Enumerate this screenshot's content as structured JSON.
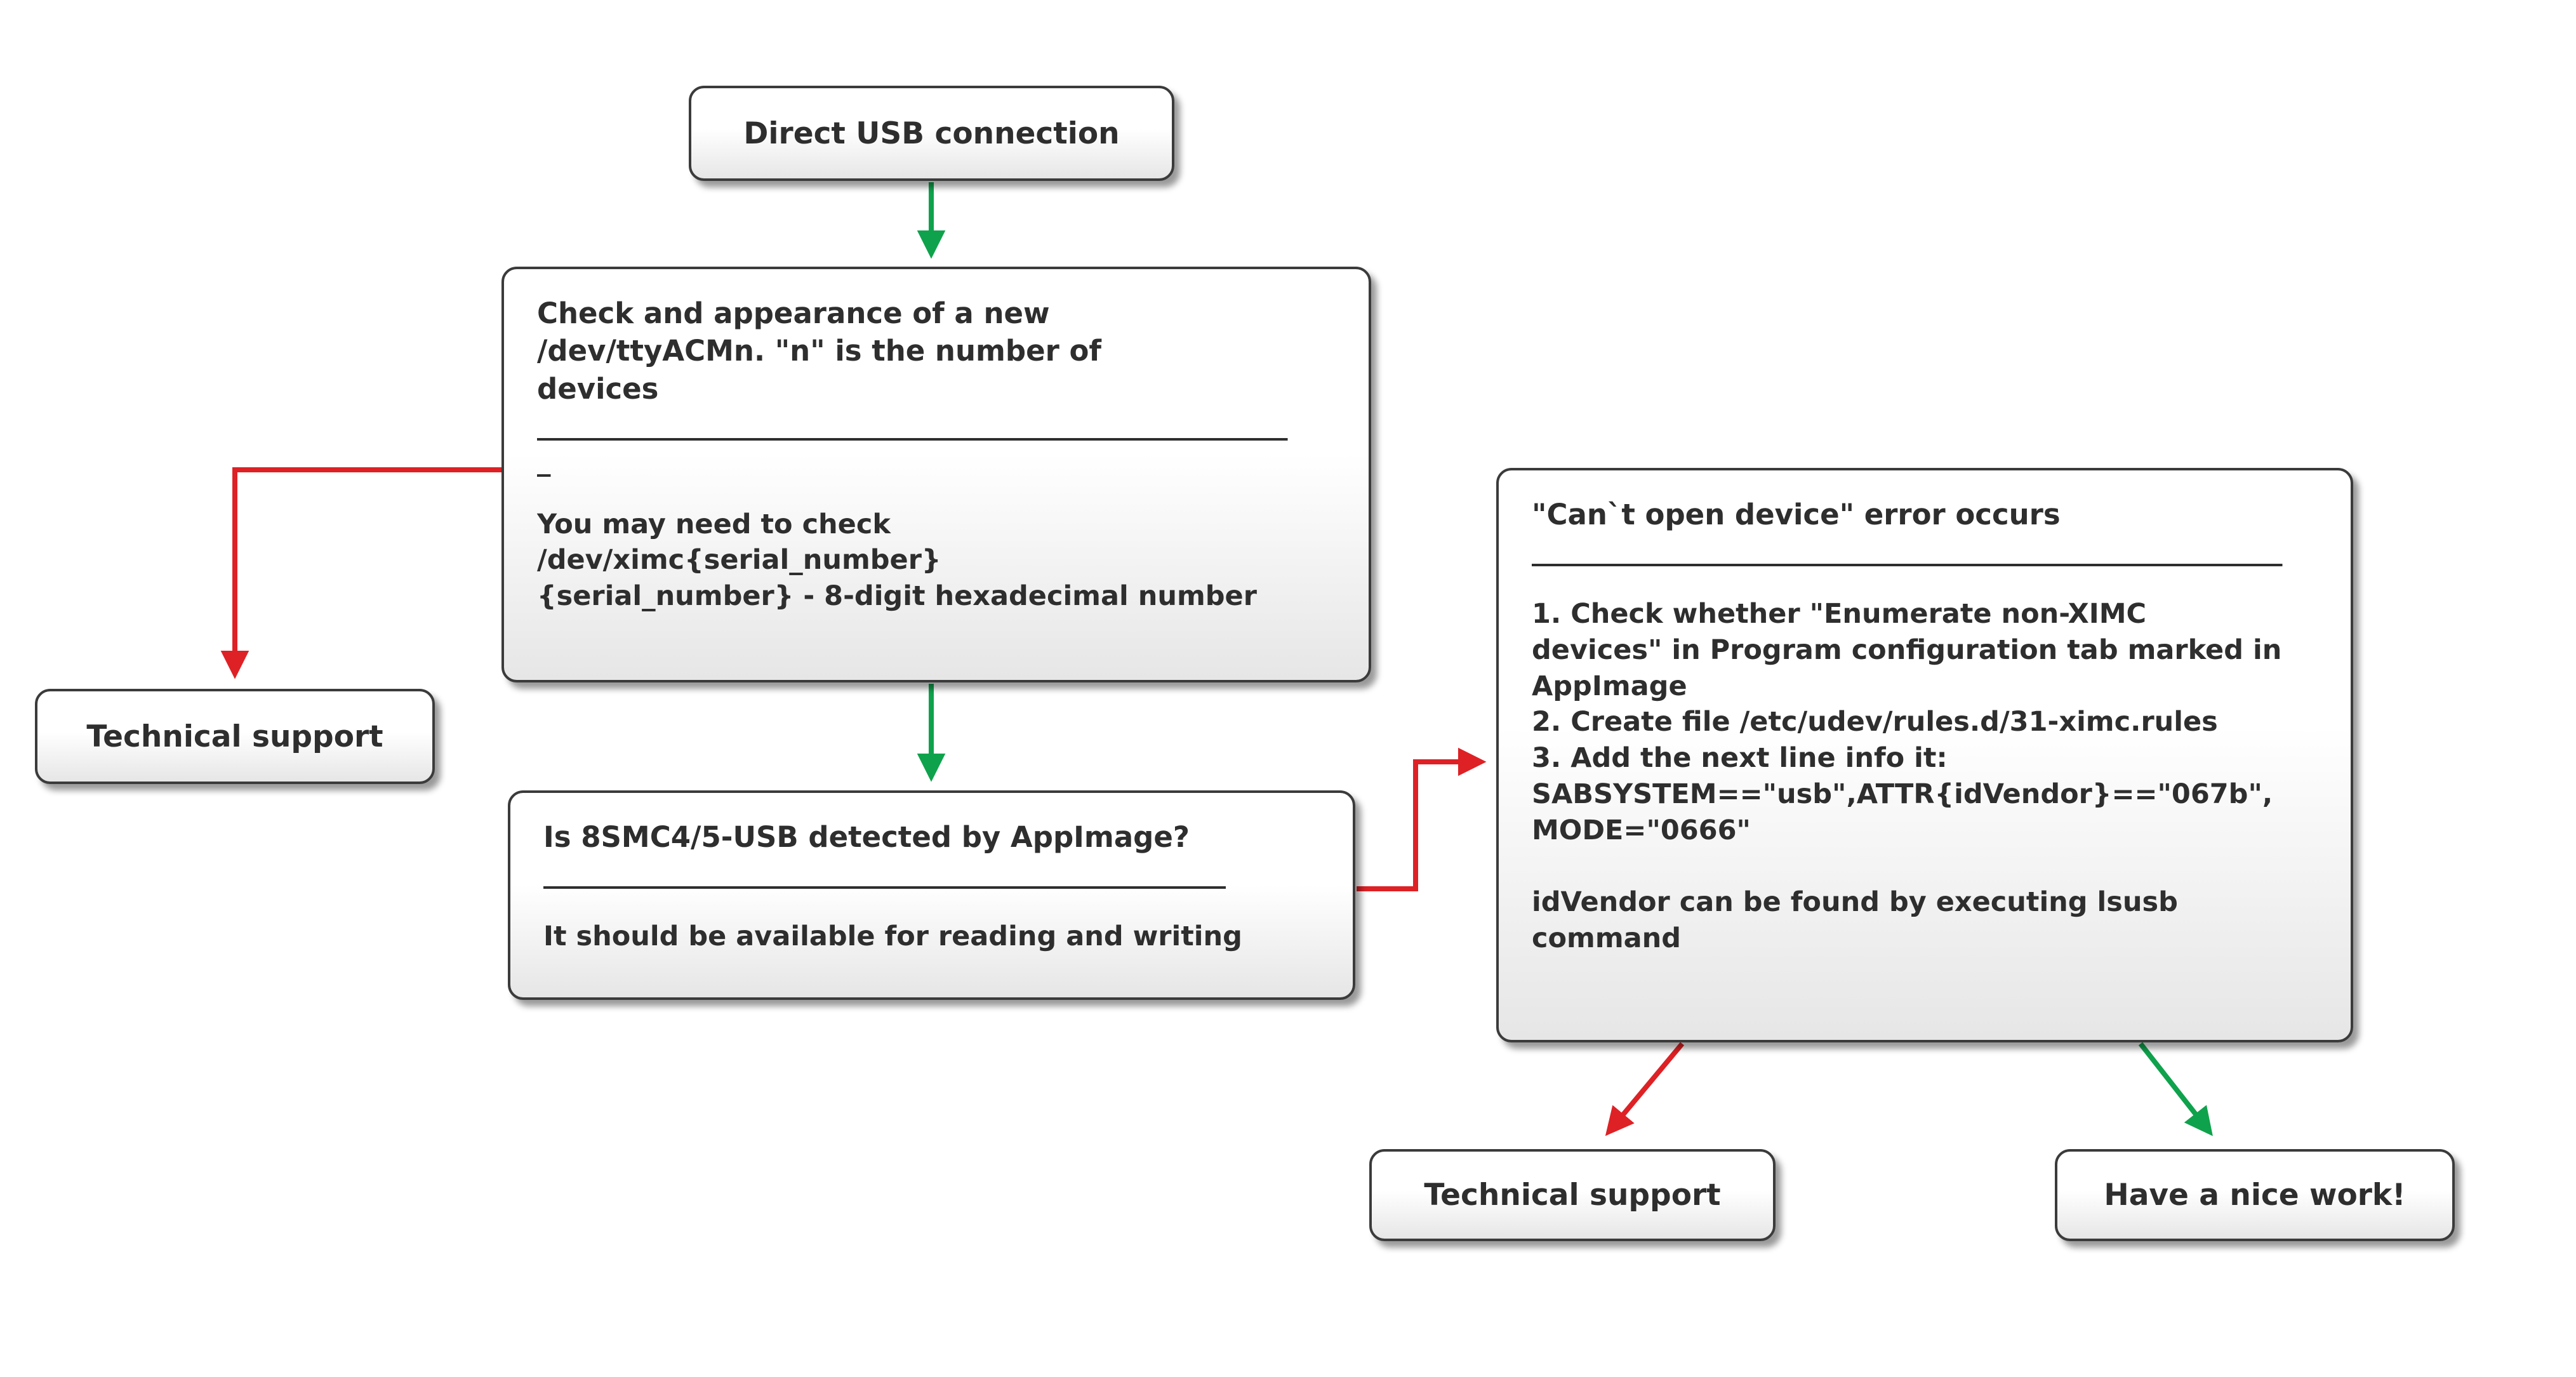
{
  "diagram": {
    "start": {
      "label": "Direct USB connection"
    },
    "check": {
      "line1": "Check and appearance of a new",
      "line2": "/dev/ttyACMn. \"n\" is the number of",
      "line3": "devices",
      "divider": "_______________________________________________________",
      "divider2": "_",
      "body1": "You may need to check",
      "body2": "/dev/ximc{serial_number}",
      "body3": "{serial_number} - 8-digit hexadecimal number"
    },
    "tech_support_left": {
      "label": "Technical support"
    },
    "detect": {
      "title": "Is 8SMC4/5-USB detected by AppImage?",
      "divider": "__________________________________________________",
      "body": "It should be available for reading and writing"
    },
    "error": {
      "title": "\"Can`t open device\" error occurs",
      "divider": "_______________________________________________________",
      "body1": "1. Check whether \"Enumerate non-XIMC",
      "body2": "devices\" in Program configuration tab marked in",
      "body3": "AppImage",
      "body4": "2. Create file /etc/udev/rules.d/31-ximc.rules",
      "body5": "3. Add the next line info it:",
      "body6": "SABSYSTEM==\"usb\",ATTR{idVendor}==\"067b\",",
      "body7": "MODE=\"0666\"",
      "body8": "",
      "body9": "idVendor can be found by executing lsusb",
      "body10": "command"
    },
    "tech_support_bottom": {
      "label": "Technical support"
    },
    "nice": {
      "label": "Have a nice work!"
    },
    "colors": {
      "arrow_green": "#0FA24C",
      "arrow_red": "#DE2125",
      "box_border": "#3B3B3B",
      "text": "#2E2E2E"
    }
  }
}
